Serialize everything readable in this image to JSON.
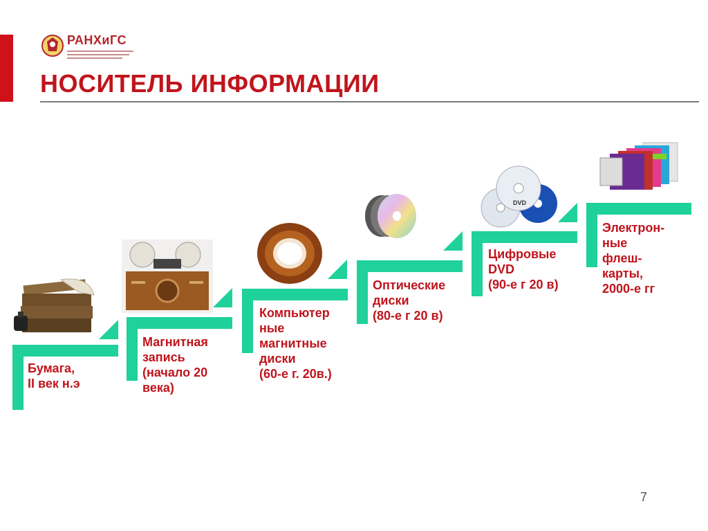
{
  "header": {
    "logo_text": "РАНХиГС",
    "title": "НОСИТЕЛЬ ИНФОРМАЦИИ"
  },
  "steps": [
    {
      "label": "Бумага,\nII век н.э"
    },
    {
      "label": "Магнитная\nзапись\n(начало 20\nвека)"
    },
    {
      "label": "Компьютер\nные\nмагнитные\nдиски\n(60-е г. 20в.)"
    },
    {
      "label": "Оптические\nдиски\n(80-е г 20 в)"
    },
    {
      "label": "Цифровые\nDVD\n(90-е г 20 в)"
    },
    {
      "label": "Электрон-\nные\nфлеш-\nкарты,\n2000-е гг"
    }
  ],
  "images": [
    "books-icon",
    "tape-recorder-icon",
    "magnetic-reel-icon",
    "optical-discs-icon",
    "dvd-discs-icon",
    "flash-cards-icon"
  ],
  "colors": {
    "accent_red": "#c0141c",
    "step_green": "#1fd19a"
  },
  "page_number": "7"
}
